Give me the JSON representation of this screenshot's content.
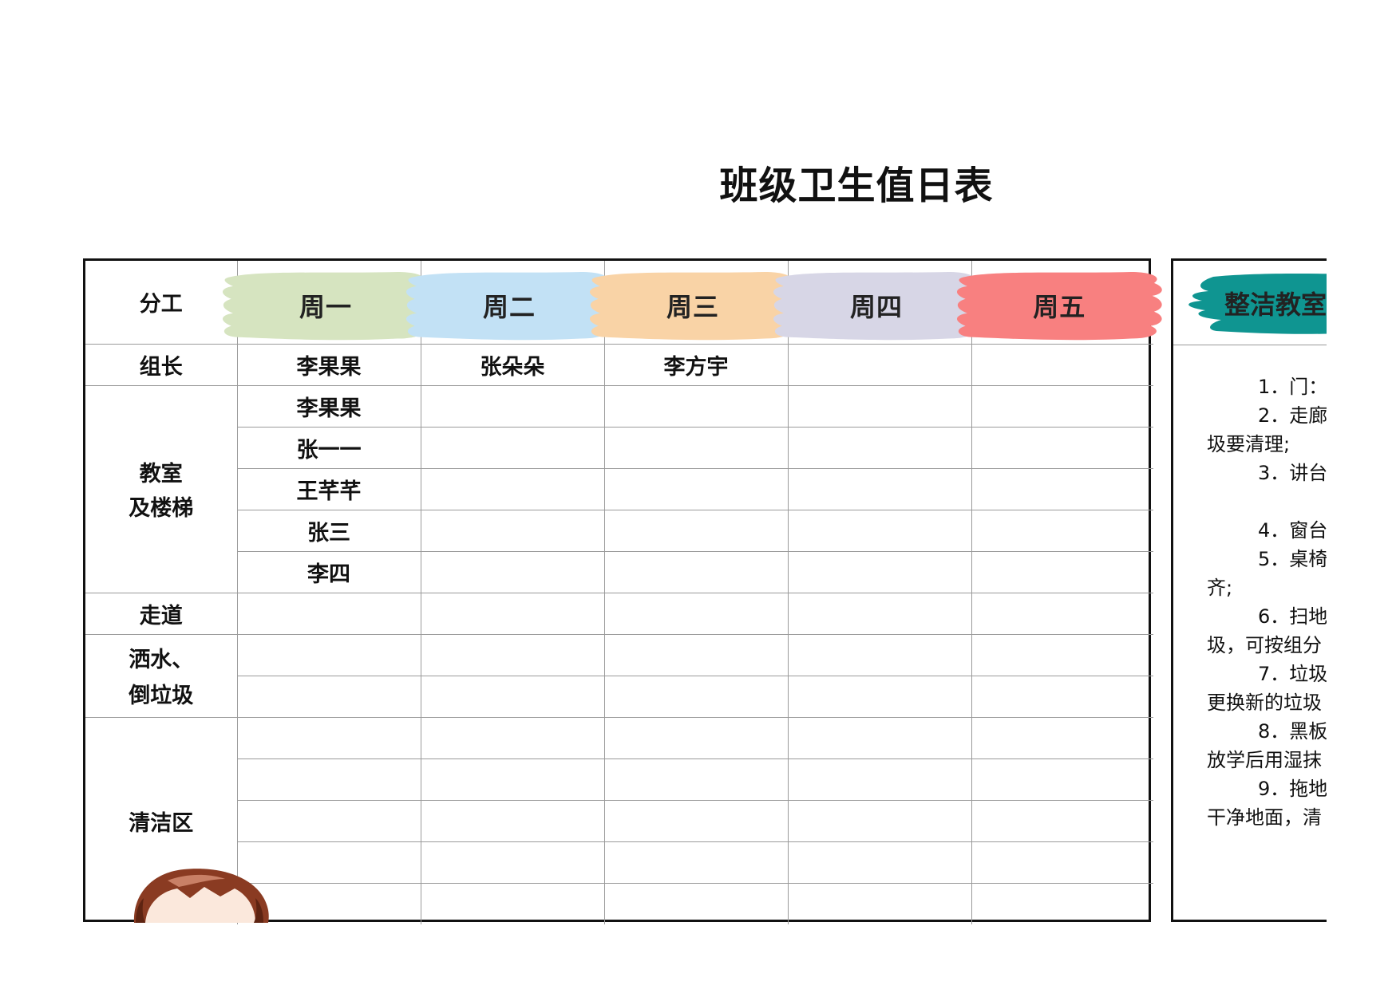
{
  "title": "班级卫生值日表",
  "header": {
    "role_label": "分工",
    "days": [
      {
        "label": "周一",
        "color": "#d6e4c0"
      },
      {
        "label": "周二",
        "color": "#c2e1f5"
      },
      {
        "label": "周三",
        "color": "#f9d3a6"
      },
      {
        "label": "周四",
        "color": "#d7d6e6"
      },
      {
        "label": "周五",
        "color": "#f88080"
      }
    ]
  },
  "rows": {
    "leader": {
      "label": "组长",
      "names": [
        "李果果",
        "张朵朵",
        "李方宇",
        "",
        ""
      ]
    },
    "classroom": {
      "label_line1": "教室",
      "label_line2": "及楼梯",
      "names": [
        "李果果",
        "张一一",
        "王芊芊",
        "张三",
        "李四"
      ]
    },
    "aisle": {
      "label": "走道"
    },
    "water": {
      "label_line1": "洒水、",
      "label_line2": "倒垃圾"
    },
    "clean_area": {
      "label": "清洁区"
    }
  },
  "rules": {
    "title": "整洁教室",
    "color": "#0f9591",
    "lines": [
      {
        "text": "1．门：",
        "indent": true
      },
      {
        "text": "2．走廊",
        "indent": true
      },
      {
        "text": "圾要清理;",
        "indent": false
      },
      {
        "text": "3．讲台",
        "indent": true
      },
      {
        "text": "",
        "indent": false
      },
      {
        "text": "4．窗台",
        "indent": true
      },
      {
        "text": "5．桌椅",
        "indent": true
      },
      {
        "text": "齐;",
        "indent": false
      },
      {
        "text": "6．扫地",
        "indent": true
      },
      {
        "text": "圾，可按组分",
        "indent": false
      },
      {
        "text": "7．垃圾",
        "indent": true
      },
      {
        "text": "更换新的垃圾",
        "indent": false
      },
      {
        "text": "8．黑板",
        "indent": true
      },
      {
        "text": "放学后用湿抹",
        "indent": false
      },
      {
        "text": "9．拖地",
        "indent": true
      },
      {
        "text": "干净地面，清",
        "indent": false
      }
    ]
  }
}
